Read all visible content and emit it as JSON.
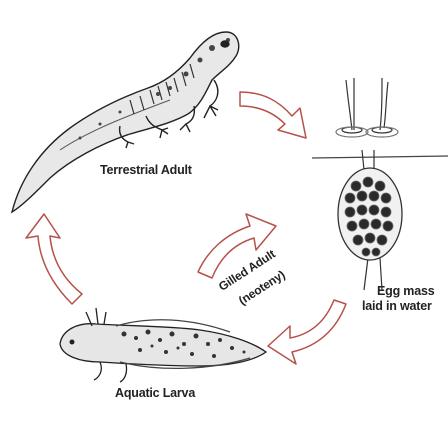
{
  "labels": {
    "terrestrial_adult": "Terrestrial Adult",
    "egg_mass_line1": "Egg mass",
    "egg_mass_line2": "laid in water",
    "aquatic_larva": "Aquatic Larva",
    "gilled_adult_line1": "Gilled Adult",
    "gilled_adult_line2": "(neoteny)"
  },
  "colors": {
    "arrow_outline": "#b5524a",
    "ink": "#222222",
    "background": "#ffffff"
  }
}
